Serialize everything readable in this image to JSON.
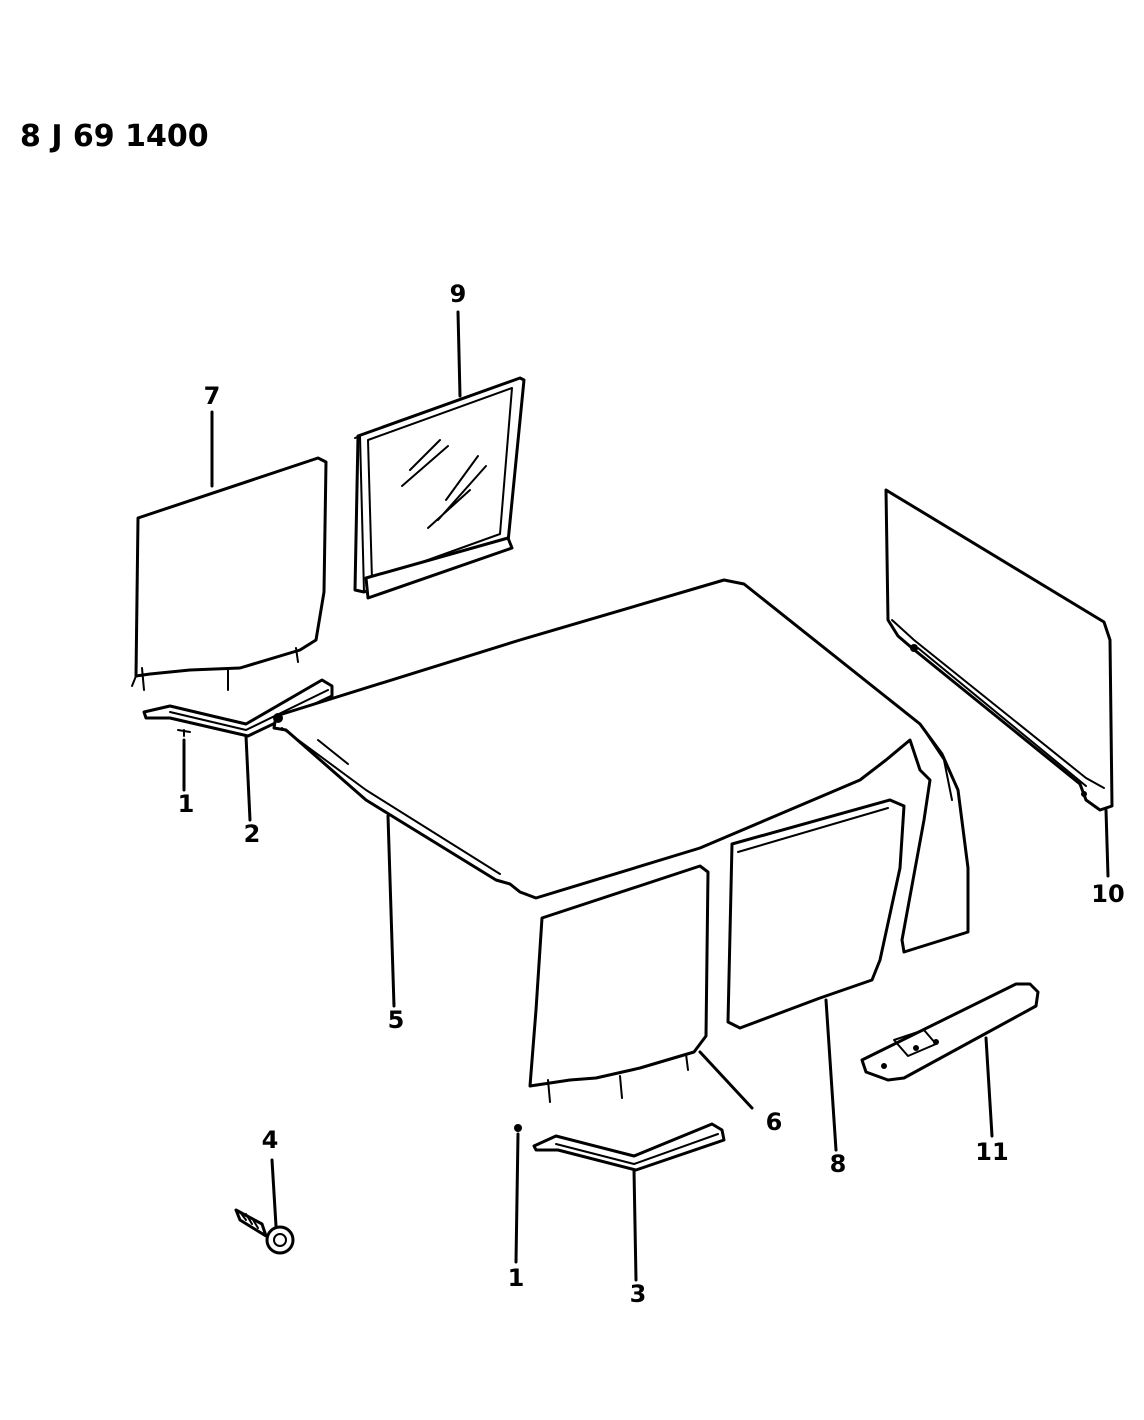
{
  "diagram": {
    "reference_code": "8 J 69 1400",
    "callouts": {
      "fastener_upper": "1",
      "fastener_lower": "1",
      "bracket_upper": "2",
      "bracket_lower": "3",
      "screw": "4",
      "roof_panel": "5",
      "side_panel_lower": "6",
      "side_panel_upper": "7",
      "quarter_window": "8",
      "rear_window": "9",
      "tailgate_panel": "10",
      "sill_plate": "11"
    }
  }
}
